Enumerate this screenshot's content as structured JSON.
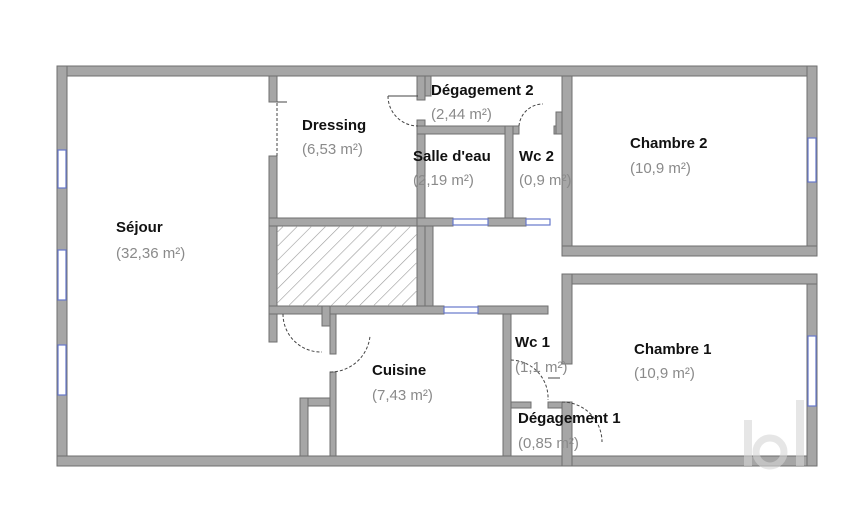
{
  "colors": {
    "wall": "#a6a6a6",
    "wall_edge": "#6f6f6f",
    "window": "#6677cc",
    "door_arc": "#444444",
    "hatch": "#9a9a9a",
    "name_text": "#111111",
    "area_text": "#8a8a8a"
  },
  "rooms": {
    "sejour": {
      "name": "Séjour",
      "area": "(32,36 m²)"
    },
    "dressing": {
      "name": "Dressing",
      "area": "(6,53 m²)"
    },
    "degagement2": {
      "name": "Dégagement 2",
      "area": "(2,44 m²)"
    },
    "salle_eau": {
      "name": "Salle d'eau",
      "area": "(2,19 m²)"
    },
    "wc2": {
      "name": "Wc 2",
      "area": "(0,9 m²)"
    },
    "chambre2": {
      "name": "Chambre 2",
      "area": "(10,9 m²)"
    },
    "cuisine": {
      "name": "Cuisine",
      "area": "(7,43 m²)"
    },
    "wc1": {
      "name": "Wc 1",
      "area": "(1,1 m²)"
    },
    "degagement1": {
      "name": "Dégagement 1",
      "area": "(0,85 m²)"
    },
    "chambre1": {
      "name": "Chambre 1",
      "area": "(10,9 m²)"
    }
  },
  "icons": {
    "watermark": "iad-logo-watermark"
  }
}
